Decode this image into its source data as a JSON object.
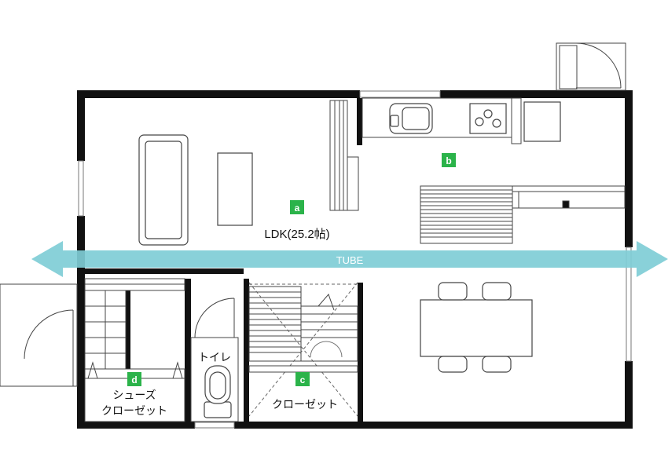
{
  "plan": {
    "room_label": "LDK(25.2帖)",
    "toilet_label": "トイレ",
    "shoes_closet_label_1": "シューズ",
    "shoes_closet_label_2": "クローゼット",
    "closet_label": "クローゼット",
    "tube_label": "TUBE"
  },
  "markers": {
    "a": "a",
    "b": "b",
    "c": "c",
    "d": "d"
  },
  "colors": {
    "wall": "#111111",
    "tube": "#7fcdd6",
    "marker": "#2bb34a",
    "glass": "#bdbdbd"
  }
}
